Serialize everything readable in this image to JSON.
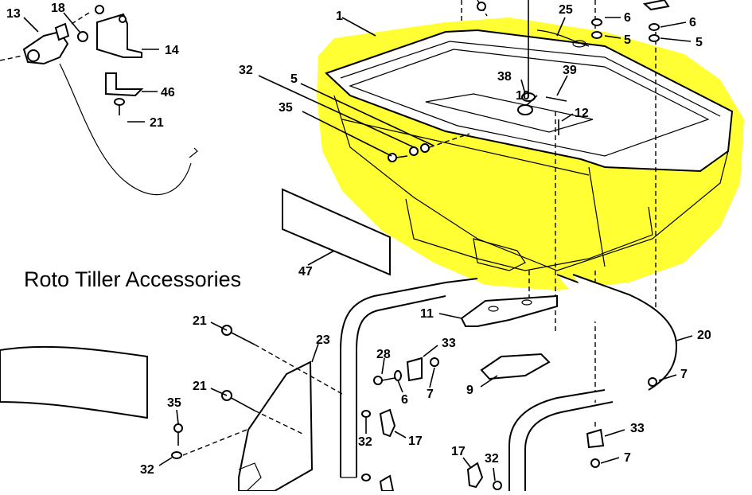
{
  "caption": "Roto Tiller Accessories",
  "colors": {
    "highlight": "#ffff33",
    "line": "#000000",
    "background": "#ffffff"
  },
  "callouts": [
    "13",
    "18",
    "14",
    "46",
    "21",
    "1",
    "25",
    "6",
    "5",
    "6",
    "5",
    "32",
    "5",
    "38",
    "39",
    "35",
    "10",
    "12",
    "47",
    "11",
    "20",
    "21",
    "23",
    "28",
    "33",
    "6",
    "7",
    "9",
    "7",
    "21",
    "35",
    "32",
    "17",
    "32",
    "33",
    "17",
    "32",
    "7"
  ],
  "highlighted_part": "1"
}
